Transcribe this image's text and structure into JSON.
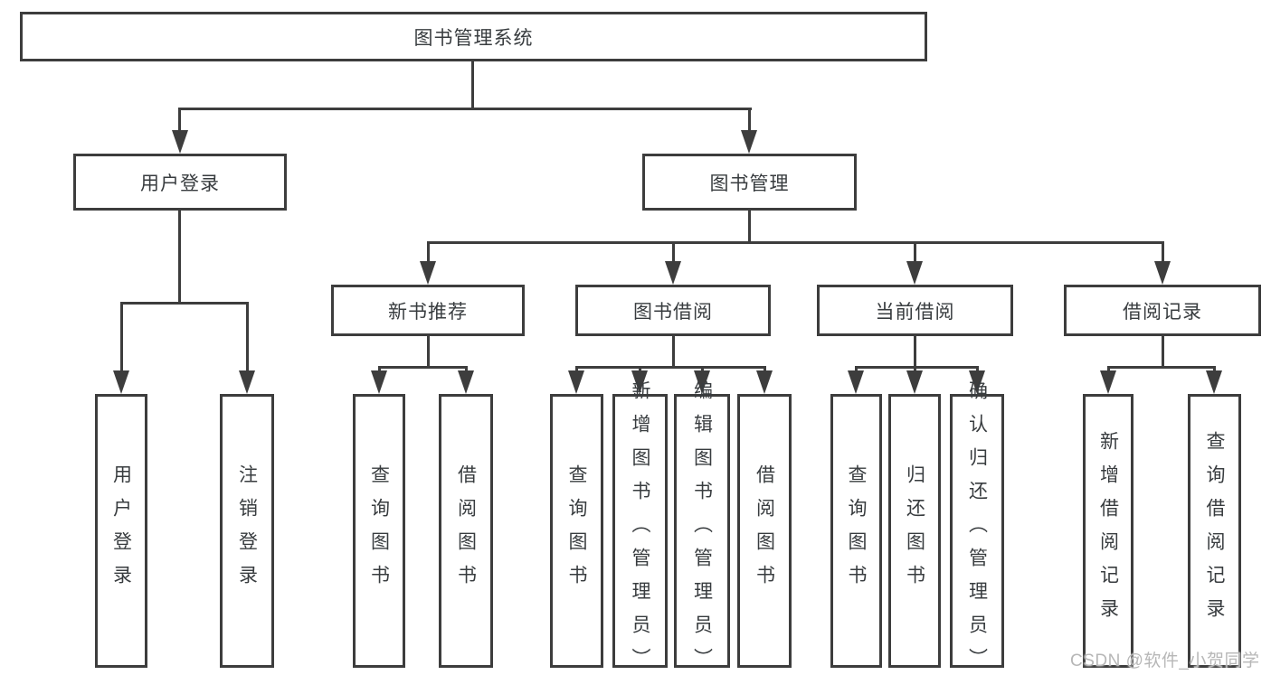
{
  "diagram": {
    "type": "tree",
    "title": "图书管理系统",
    "branches": [
      {
        "label": "用户登录",
        "children": [
          {
            "label": "用户登录"
          },
          {
            "label": "注销登录"
          }
        ]
      },
      {
        "label": "图书管理",
        "children": [
          {
            "label": "新书推荐",
            "children": [
              {
                "label": "查询图书"
              },
              {
                "label": "借阅图书"
              }
            ]
          },
          {
            "label": "图书借阅",
            "children": [
              {
                "label": "查询图书"
              },
              {
                "label": "新增图书（管理员）"
              },
              {
                "label": "编辑图书（管理员）"
              },
              {
                "label": "借阅图书"
              }
            ]
          },
          {
            "label": "当前借阅",
            "children": [
              {
                "label": "查询图书"
              },
              {
                "label": "归还图书"
              },
              {
                "label": "确认归还（管理员）"
              }
            ]
          },
          {
            "label": "借阅记录",
            "children": [
              {
                "label": "新增借阅记录"
              },
              {
                "label": "查询借阅记录"
              }
            ]
          }
        ]
      }
    ]
  },
  "watermark": {
    "text": "CSDN @软件_小贺同学"
  },
  "colors": {
    "line": "#3d3d3d",
    "text": "#383c3f",
    "background": "#ffffff",
    "watermark": "#b7b7b7"
  }
}
